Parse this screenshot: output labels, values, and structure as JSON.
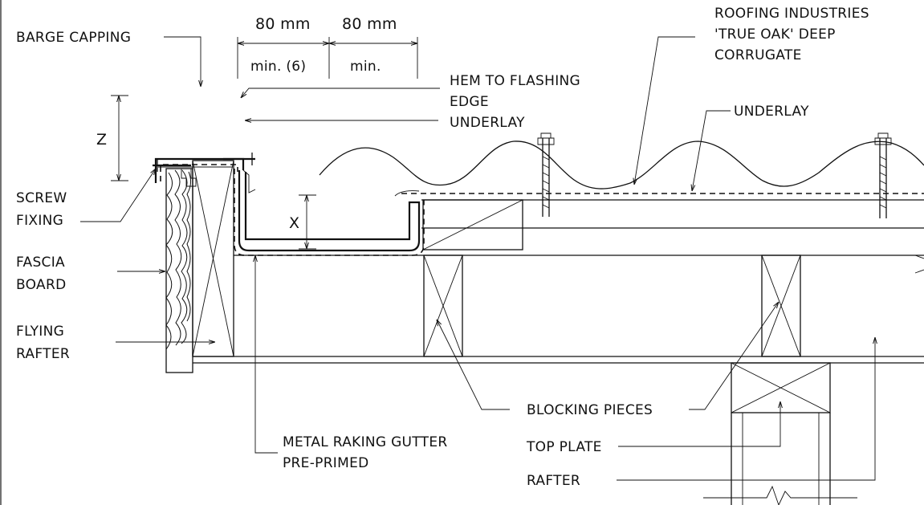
{
  "labels": {
    "barge_capping": "BARGE CAPPING",
    "dim_left": "80 mm",
    "dim_right": "80 mm",
    "min_left": "min. (6)",
    "min_right": "min.",
    "roofing_1": "ROOFING INDUSTRIES",
    "roofing_2": "'TRUE OAK' DEEP",
    "roofing_3": "CORRUGATE",
    "hem_1": "HEM TO FLASHING",
    "hem_2": "EDGE",
    "underlay_left": "UNDERLAY",
    "underlay_right": "UNDERLAY",
    "z": "Z",
    "x": "X",
    "screw_1": "SCREW",
    "screw_2": "FIXING",
    "fascia_1": "FASCIA",
    "fascia_2": "BOARD",
    "flying_1": "FLYING",
    "flying_2": "RAFTER",
    "blocking": "BLOCKING PIECES",
    "top_plate": "TOP PLATE",
    "metal_1": "METAL RAKING GUTTER",
    "metal_2": "PRE-PRIMED",
    "rafter": "RAFTER"
  }
}
